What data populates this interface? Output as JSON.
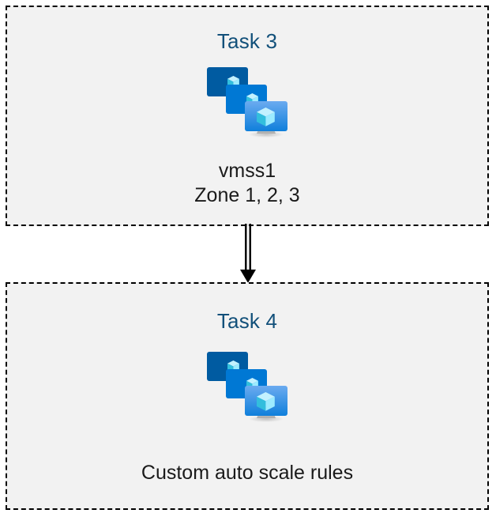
{
  "diagram": {
    "type": "flow",
    "background_color": "#ffffff",
    "box_fill_color": "#f2f2f2",
    "box_border_color": "#000000",
    "box_border_style": "dashed",
    "title_color": "#12507a",
    "caption_color": "#1a1a1a",
    "connector_color": "#000000"
  },
  "boxes": [
    {
      "id": "task-3",
      "title": "Task 3",
      "icon": "azure-vm-scale-set-icon",
      "captions": [
        "vmss1",
        "Zone 1, 2, 3"
      ]
    },
    {
      "id": "task-4",
      "title": "Task 4",
      "icon": "azure-vm-scale-set-icon",
      "captions": [
        "Custom auto scale rules"
      ]
    }
  ],
  "connector": {
    "name": "arrow-down",
    "from": "task-3",
    "to": "task-4",
    "style": "double-line-with-solid-arrowhead"
  },
  "icon_palette": {
    "monitor_back": "#005BA1",
    "monitor_mid": "#0078D4",
    "monitor_front_top": "#5EA0EF",
    "monitor_front_bottom": "#0F7FDB",
    "cube_light": "#C3F1FF",
    "cube_mid": "#9CEBFF",
    "cube_dark": "#32BEDD",
    "stand": "#B3B3B3"
  }
}
